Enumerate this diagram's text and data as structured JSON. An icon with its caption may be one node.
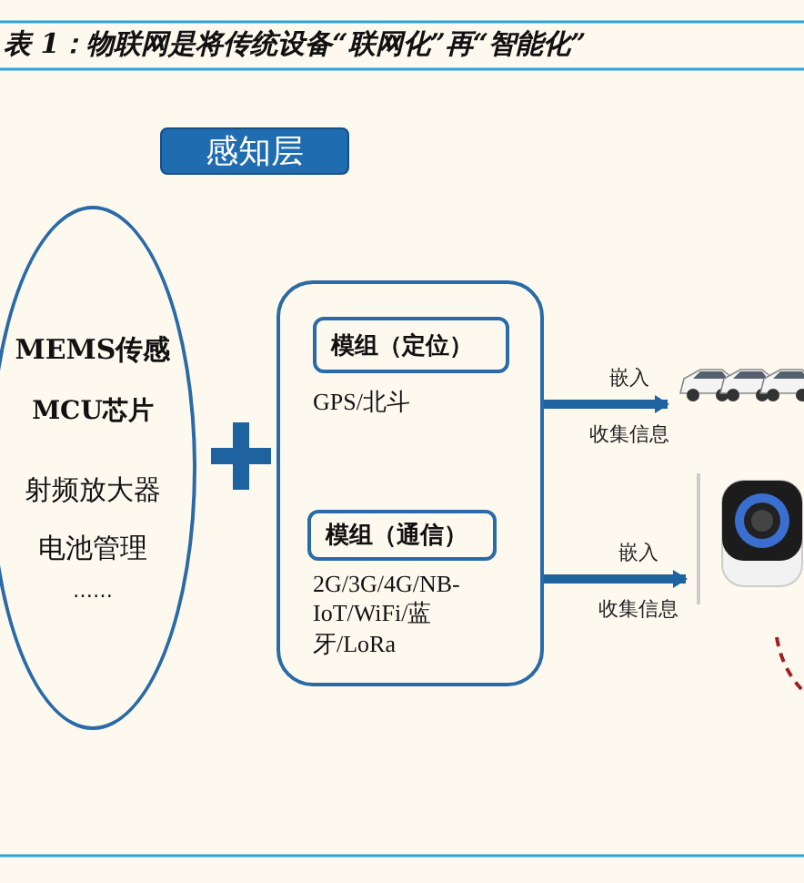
{
  "diagram": {
    "title": "表 1：物联网是将传统设备“联网化”再“智能化”",
    "nodes": [
      {
        "text": [
          "感知层"
        ]
      },
      {
        "text": [
          "MEMS传感",
          "MCU芯片",
          "射频放大器",
          "电池管理",
          "……"
        ]
      },
      {
        "text": [
          "GPS/北斗",
          "2G/3G/4G/NB-IoT/WiFi/蓝牙/LoRa"
        ]
      },
      {
        "text": [
          "模组（定位）"
        ],
        "in": 2
      },
      {
        "text": [
          "模组（通信）"
        ],
        "in": 2
      },
      {
        "text": [],
        "shape": "picture"
      },
      {
        "text": [],
        "shape": "picture"
      }
    ],
    "edges": [
      {
        "from": 2,
        "to": 5,
        "arrow": "to",
        "label": "嵌入"
      },
      {
        "from": 2,
        "to": 6,
        "arrow": "to",
        "label": "嵌入"
      }
    ],
    "labels": [
      "收集信息",
      "收集信息"
    ]
  }
}
